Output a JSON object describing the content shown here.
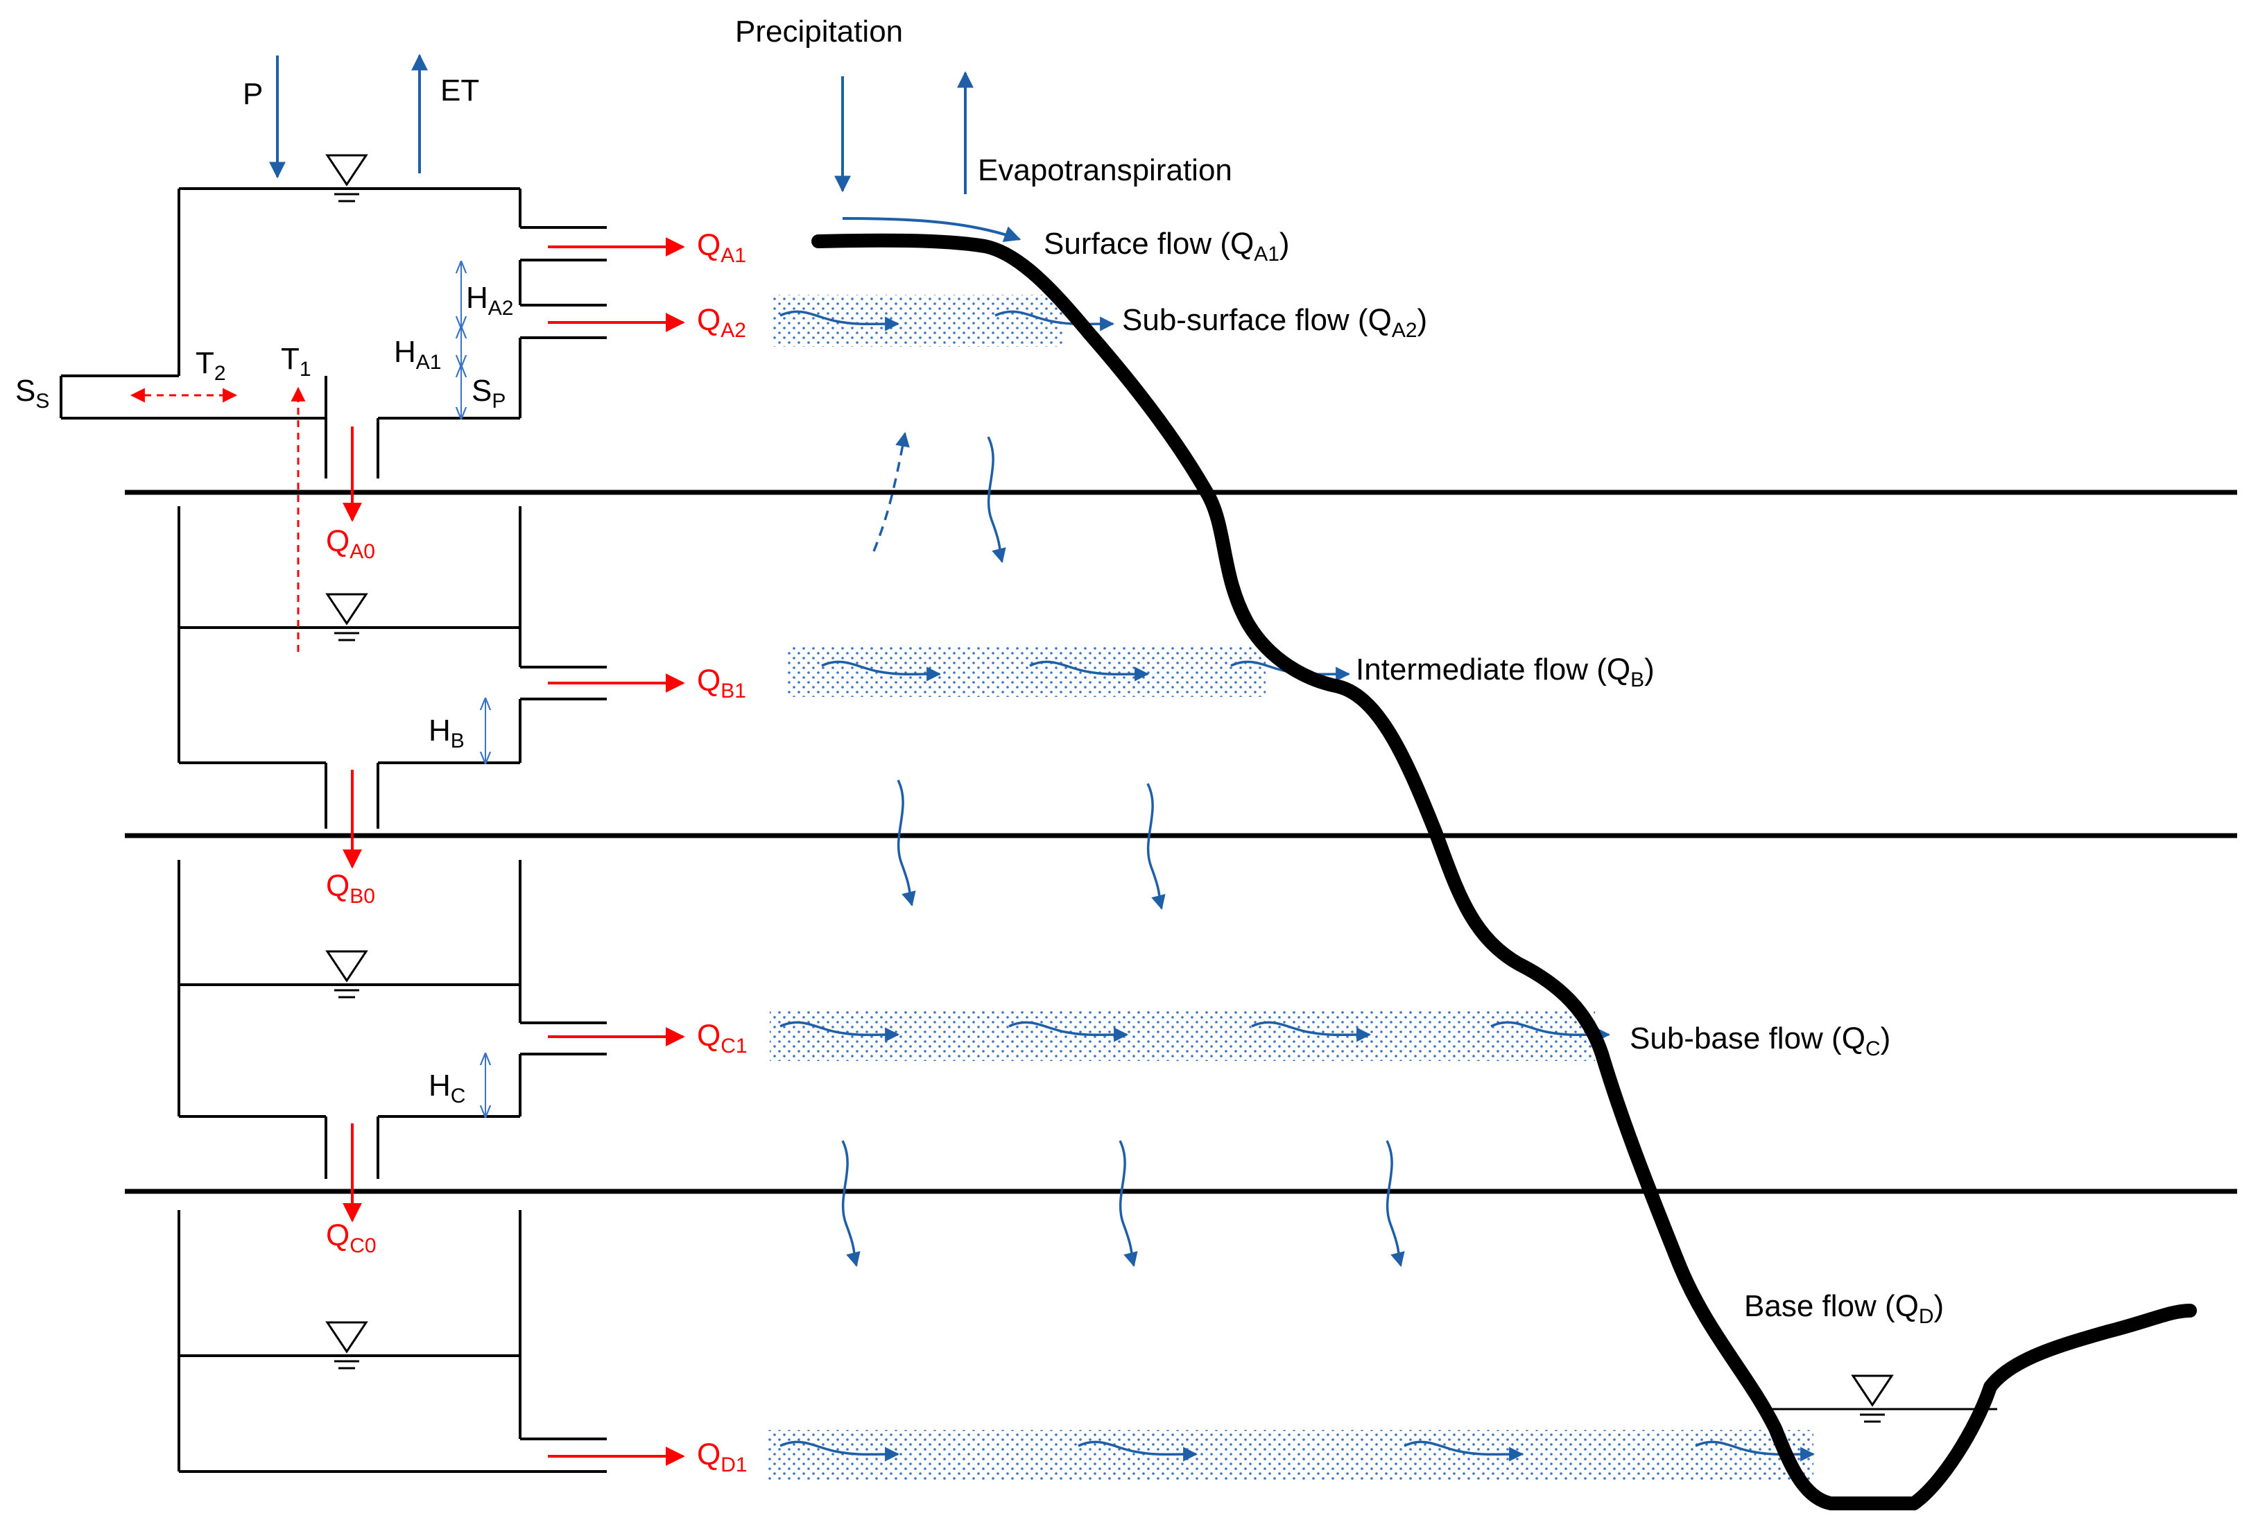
{
  "colors": {
    "tank_stroke": "#000000",
    "red_flow": "#ff0000",
    "blue_flow": "#1f5fa8",
    "dots": "#3a72c4",
    "ground": "#000000",
    "layer_line": "#000000"
  },
  "icons": {
    "water_level": "inverted-triangle-icon"
  },
  "inputs": {
    "P": "P",
    "ET": "ET"
  },
  "left_labels": {
    "T2": {
      "main": "T",
      "sub": "2"
    },
    "T1": {
      "main": "T",
      "sub": "1"
    },
    "SS": {
      "main": "S",
      "sub": "S"
    },
    "SP": {
      "main": "S",
      "sub": "P"
    },
    "HA1": {
      "main": "H",
      "sub": "A1"
    },
    "HA2": {
      "main": "H",
      "sub": "A2"
    },
    "HB": {
      "main": "H",
      "sub": "B"
    },
    "HC": {
      "main": "H",
      "sub": "C"
    }
  },
  "outflows": {
    "QA1": {
      "main": "Q",
      "sub": "A1"
    },
    "QA2": {
      "main": "Q",
      "sub": "A2"
    },
    "QA0": {
      "main": "Q",
      "sub": "A0"
    },
    "QB1": {
      "main": "Q",
      "sub": "B1"
    },
    "QB0": {
      "main": "Q",
      "sub": "B0"
    },
    "QC1": {
      "main": "Q",
      "sub": "C1"
    },
    "QC0": {
      "main": "Q",
      "sub": "C0"
    },
    "QD1": {
      "main": "Q",
      "sub": "D1"
    }
  },
  "right_labels": {
    "precipitation": "Precipitation",
    "evapotranspiration": "Evapotranspiration",
    "surface": {
      "text": "Surface flow (Q",
      "sub": "A1",
      "close": ")"
    },
    "subsurface": {
      "text": "Sub-surface flow (Q",
      "sub": "A2",
      "close": ")"
    },
    "intermediate": {
      "text": "Intermediate flow (Q",
      "sub": "B",
      "close": ")"
    },
    "subbase": {
      "text": "Sub-base flow (Q",
      "sub": "C",
      "close": ")"
    },
    "base": {
      "text": "Base flow (Q",
      "sub": "D",
      "close": ")"
    }
  }
}
